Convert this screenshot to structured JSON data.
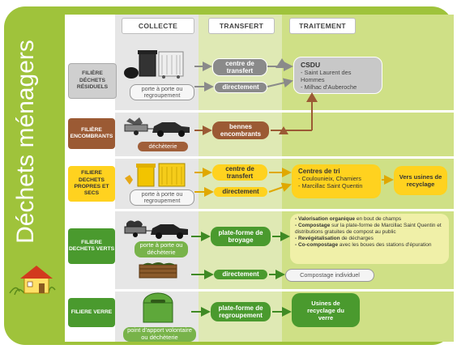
{
  "title": "Déchets ménagers",
  "headers": {
    "collecte": "COLLECTE",
    "transfert": "TRANSFERT",
    "traitement": "TRAITEMENT"
  },
  "rows": {
    "residuels": {
      "label": "FILIÈRE DÉCHETS RÉSIDUELS",
      "collect_text": "porte à porte ou regroupement",
      "transfer_1": "centre de transfert",
      "transfer_2": "directement",
      "treatment_title": "CSDU",
      "treatment_lines": [
        "- Saint Laurent des Hommes",
        "- Milhac d'Auberoche"
      ]
    },
    "encombrants": {
      "label": "FILIÈRE ENCOMBRANTS",
      "collect_text": "déchèterie",
      "transfer_1": "bennes encombrants"
    },
    "propres": {
      "label": "FILIERE DECHETS PROPRES ET SECS",
      "collect_text": "porte à porte ou regroupement",
      "transfer_1": "centre de transfert",
      "transfer_2": "directement",
      "treatment_title": "Centres de tri",
      "treatment_lines": [
        "- Coulounieix, Chamiers",
        "- Marcillac Saint Quentin"
      ],
      "final": "Vers usines de recyclage"
    },
    "verts": {
      "label": "FILIERE DECHETS VERTS",
      "collect_text": "porte à porte ou déchèterie",
      "transfer_1": "plate-forme de broyage",
      "transfer_2": "directement",
      "treatment_items": [
        {
          "bold": "- Valorisation organique",
          "rest": " en bout de champs"
        },
        {
          "bold": "- Compostage",
          "rest": " sur la plate-forme de Marcillac Saint Quentin et distributions gratuites de compost au public"
        },
        {
          "bold": "- Revégétalisation",
          "rest": " de décharges"
        },
        {
          "bold": "- Co-compostage",
          "rest": " avec les boues des stations d'épuration"
        }
      ],
      "compost_individuel": "Compostage individuel"
    },
    "verre": {
      "label": "FILIERE VERRE",
      "collect_text": "point d'apport volontaire ou déchèterie",
      "transfer_1": "plate-forme de regroupement",
      "treatment": "Usines de recyclage du verre"
    }
  },
  "colors": {
    "panel": "#9fc33b",
    "gray": "#8a8a8a",
    "brown": "#9b5a34",
    "yellow": "#ffd21f",
    "green": "#4a9a2e"
  }
}
